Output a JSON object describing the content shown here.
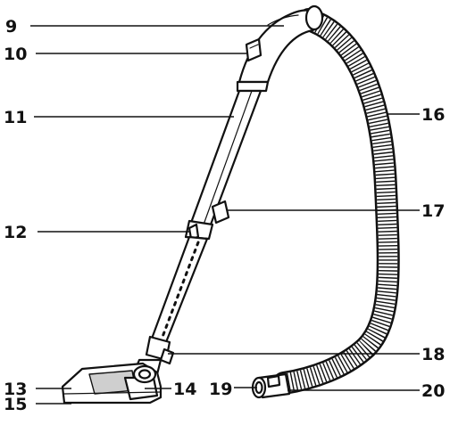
{
  "diagram": {
    "callouts": [
      {
        "id": "9",
        "text": "9"
      },
      {
        "id": "10",
        "text": "10"
      },
      {
        "id": "11",
        "text": "11"
      },
      {
        "id": "12",
        "text": "12"
      },
      {
        "id": "13",
        "text": "13"
      },
      {
        "id": "14",
        "text": "14"
      },
      {
        "id": "15",
        "text": "15"
      },
      {
        "id": "16",
        "text": "16"
      },
      {
        "id": "17",
        "text": "17"
      },
      {
        "id": "18",
        "text": "18"
      },
      {
        "id": "19",
        "text": "19"
      },
      {
        "id": "20",
        "text": "20"
      }
    ]
  }
}
